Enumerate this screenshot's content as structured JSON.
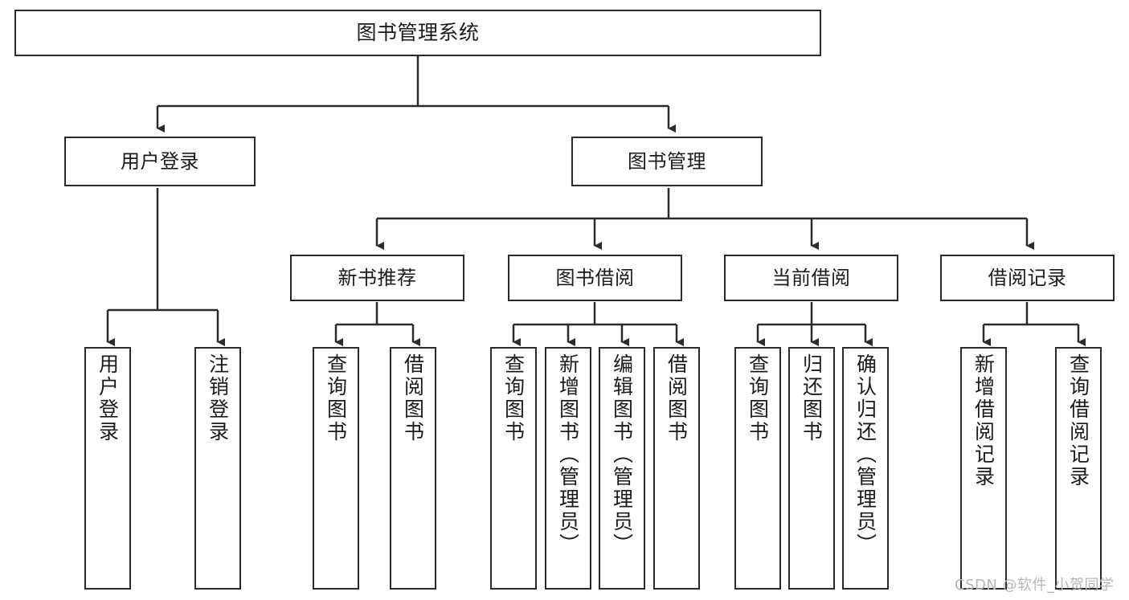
{
  "diagram": {
    "type": "tree",
    "title": "图书管理系统",
    "watermark": "CSDN @软件_小贺同学",
    "colors": {
      "box_border": "#2b2b2b",
      "box_fill": "#ffffff",
      "connector": "#2b2b2b",
      "text": "#1b1b1b",
      "watermark": "#b8b8b8"
    },
    "root": {
      "label": "图书管理系统"
    },
    "level2": [
      {
        "id": "user-login",
        "label": "用户登录"
      },
      {
        "id": "book-manage",
        "label": "图书管理"
      }
    ],
    "level3": [
      {
        "id": "new-book-rec",
        "label": "新书推荐"
      },
      {
        "id": "book-borrow",
        "label": "图书借阅"
      },
      {
        "id": "current-borrow",
        "label": "当前借阅"
      },
      {
        "id": "borrow-record",
        "label": "借阅记录"
      }
    ],
    "leaves": {
      "user_login": [
        {
          "id": "leaf-user-login",
          "label": "用户登录"
        },
        {
          "id": "leaf-logout-login",
          "label": "注销登录"
        }
      ],
      "new_book_rec": [
        {
          "id": "leaf-query-book-1",
          "label": "查询图书"
        },
        {
          "id": "leaf-borrow-book-1",
          "label": "借阅图书"
        }
      ],
      "book_borrow": [
        {
          "id": "leaf-query-book-2",
          "label": "查询图书"
        },
        {
          "id": "leaf-add-book",
          "label": "新增图书（管理员）"
        },
        {
          "id": "leaf-edit-book",
          "label": "编辑图书（管理员）"
        },
        {
          "id": "leaf-borrow-book-2",
          "label": "借阅图书"
        }
      ],
      "current_borrow": [
        {
          "id": "leaf-query-book-3",
          "label": "查询图书"
        },
        {
          "id": "leaf-return-book",
          "label": "归还图书"
        },
        {
          "id": "leaf-confirm-return",
          "label": "确认归还（管理员）"
        }
      ],
      "borrow_record": [
        {
          "id": "leaf-add-record",
          "label": "新增借阅记录"
        },
        {
          "id": "leaf-query-record",
          "label": "查询借阅记录"
        }
      ]
    }
  }
}
